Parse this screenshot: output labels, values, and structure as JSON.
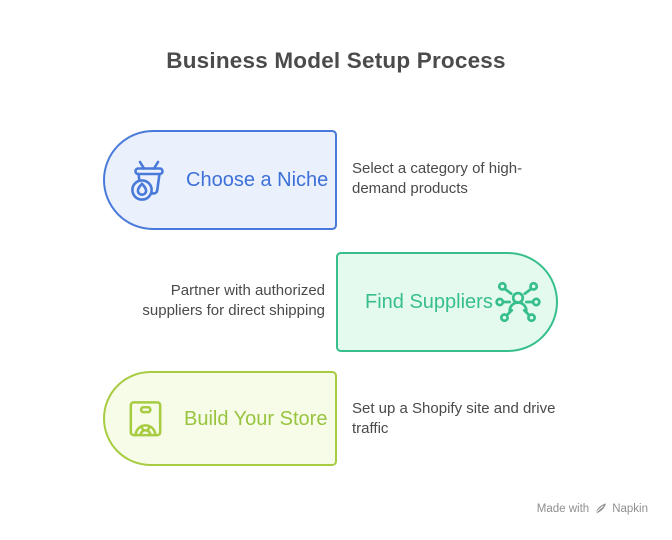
{
  "title": "Business Model Setup Process",
  "steps": [
    {
      "label": "Choose a Niche",
      "description": "Select a category of high-demand products",
      "icon": "basket-flame-icon",
      "accent": "#4a7ad9",
      "fill": "#eaf1fd",
      "label_color": "#3d70d8",
      "card_side": "left"
    },
    {
      "label": "Find Suppliers",
      "description": "Partner with authorized suppliers for direct shipping",
      "icon": "supplier-network-icon",
      "accent": "#37bf8b",
      "fill": "#e4faef",
      "label_color": "#37bf8b",
      "card_side": "right"
    },
    {
      "label": "Build Your Store",
      "description": "Set up a Shopify site and drive traffic",
      "icon": "storefront-icon",
      "accent": "#a7cc42",
      "fill": "#f7fce8",
      "label_color": "#98c43f",
      "card_side": "left"
    }
  ],
  "watermark": {
    "prefix": "Made with",
    "brand": "Napkin"
  },
  "colors": {
    "background": "#ffffff",
    "title_text": "#4b4b4b",
    "description_text": "#4a4a4a",
    "watermark_text": "#8f8f8f"
  }
}
